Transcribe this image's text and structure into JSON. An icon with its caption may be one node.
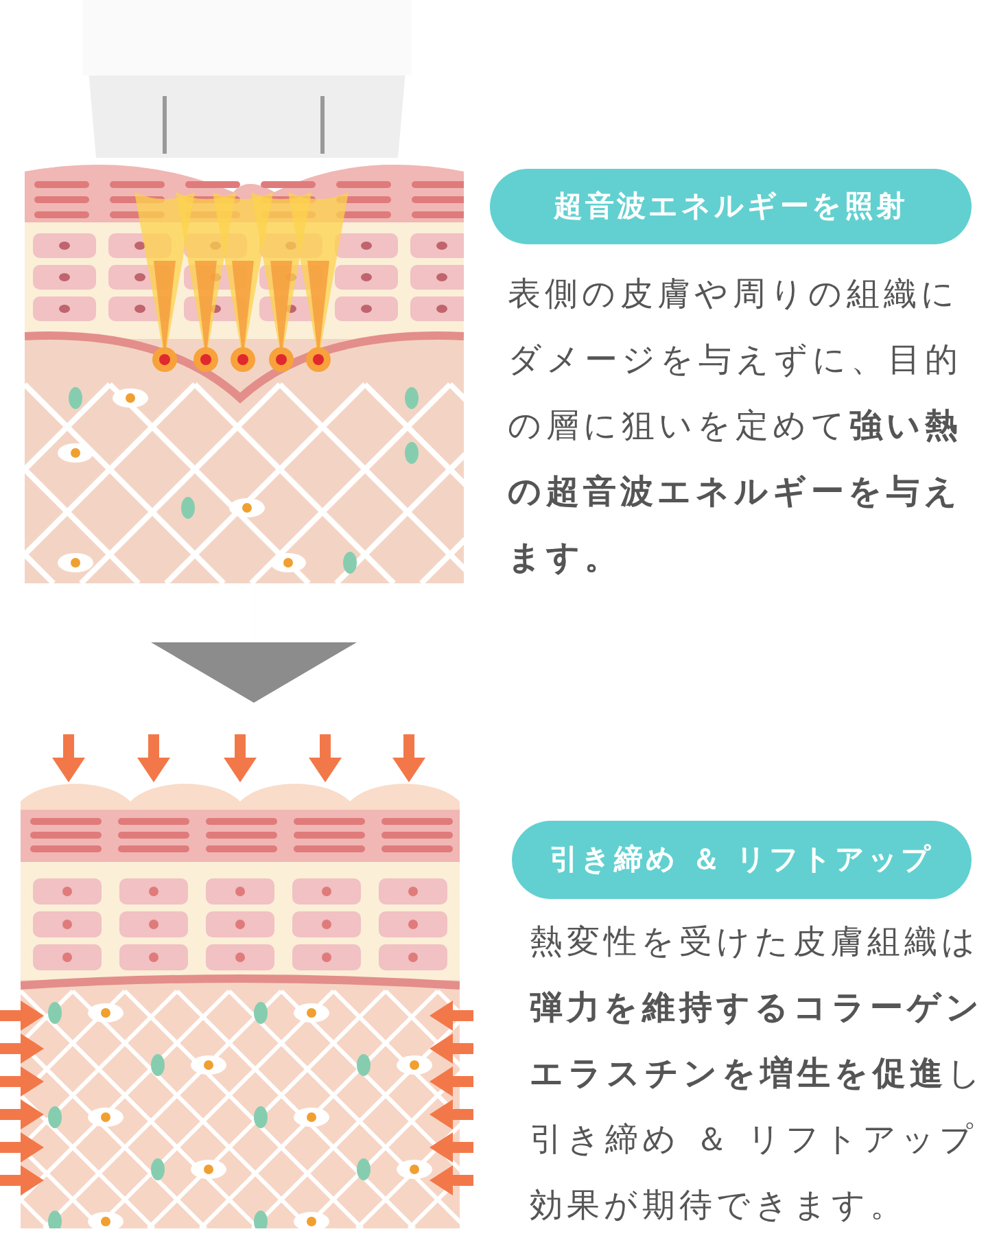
{
  "diagram": {
    "nodes": [
      {
        "text": [],
        "shape": "picture"
      },
      {
        "text": [
          "超音波エネルギーを照射"
        ]
      },
      {
        "text": [],
        "shape": "picture"
      },
      {
        "text": [
          "引き締め ＆ リフトアップ"
        ]
      }
    ],
    "edges": [
      {
        "from": 0,
        "to": 2,
        "arrow": "to"
      }
    ],
    "labels": [
      "表側の皮膚や周りの組織にダメージを与えずに、目的の層に狙いを定めて**強い熱の超音波エネルギーを与えます。**",
      "熱変性を受けた皮膚組織は**弾力を維持するコラーゲンエラスチンを増生を促進**し引き締め ＆ リフトアップ効果が期待できます。"
    ]
  }
}
